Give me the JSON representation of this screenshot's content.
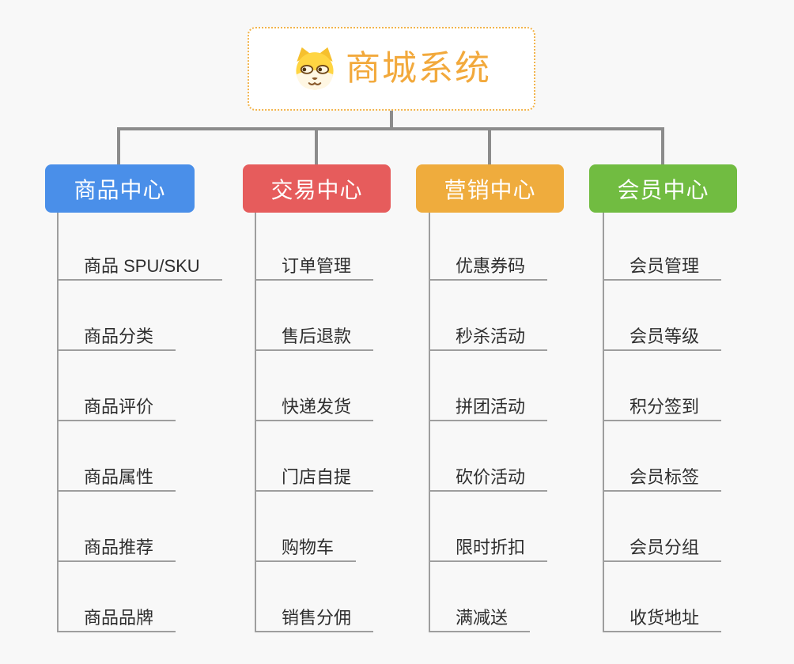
{
  "root": {
    "title": "商城系统",
    "icon": "dog-face-icon"
  },
  "branches": [
    {
      "label": "商品中心",
      "color": "#4A8FE9",
      "items": [
        "商品 SPU/SKU",
        "商品分类",
        "商品评价",
        "商品属性",
        "商品推荐",
        "商品品牌"
      ]
    },
    {
      "label": "交易中心",
      "color": "#E65C5C",
      "items": [
        "订单管理",
        "售后退款",
        "快递发货",
        "门店自提",
        "购物车",
        "销售分佣"
      ]
    },
    {
      "label": "营销中心",
      "color": "#EFAC3D",
      "items": [
        "优惠券码",
        "秒杀活动",
        "拼团活动",
        "砍价活动",
        "限时折扣",
        "满减送"
      ]
    },
    {
      "label": "会员中心",
      "color": "#71BC41",
      "items": [
        "会员管理",
        "会员等级",
        "积分签到",
        "会员标签",
        "会员分组",
        "收货地址"
      ]
    }
  ],
  "colors": {
    "background": "#F8F8F8",
    "root_border": "#F2B44C",
    "root_title": "#F2A93C",
    "connector": "#8C8C8C",
    "subline": "#9E9E9E",
    "subtext": "#2E2E2E"
  }
}
